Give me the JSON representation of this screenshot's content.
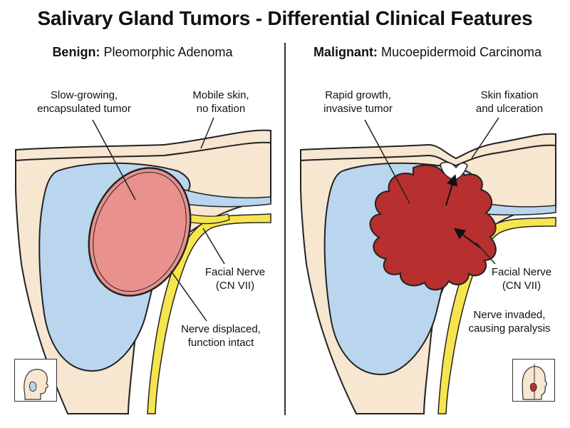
{
  "title": "Salivary Gland Tumors - Differential Clinical Features",
  "left_panel": {
    "heading_bold": "Benign:",
    "heading_rest": "Pleomorphic Adenoma",
    "labels": {
      "tumor_line1": "Slow-growing,",
      "tumor_line2": "encapsulated tumor",
      "skin_line1": "Mobile skin,",
      "skin_line2": "no fixation",
      "nerve_line1": "Facial Nerve",
      "nerve_line2": "(CN VII)",
      "displaced_line1": "Nerve displaced,",
      "displaced_line2": "function intact"
    }
  },
  "right_panel": {
    "heading_bold": "Malignant:",
    "heading_rest": "Mucoepidermoid Carcinoma",
    "labels": {
      "tumor_line1": "Rapid growth,",
      "tumor_line2": "invasive tumor",
      "skin_line1": "Skin fixation",
      "skin_line2": "and ulceration",
      "nerve_line1": "Facial Nerve",
      "nerve_line2": "(CN VII)",
      "invaded_line1": "Nerve invaded,",
      "invaded_line2": "causing paralysis"
    }
  },
  "colors": {
    "skin": "#f7e6d0",
    "gland": "#b9d6ee",
    "benign_tumor": "#e8918d",
    "malignant_tumor": "#b7302f",
    "nerve": "#f7e54d",
    "outline": "#222222"
  }
}
